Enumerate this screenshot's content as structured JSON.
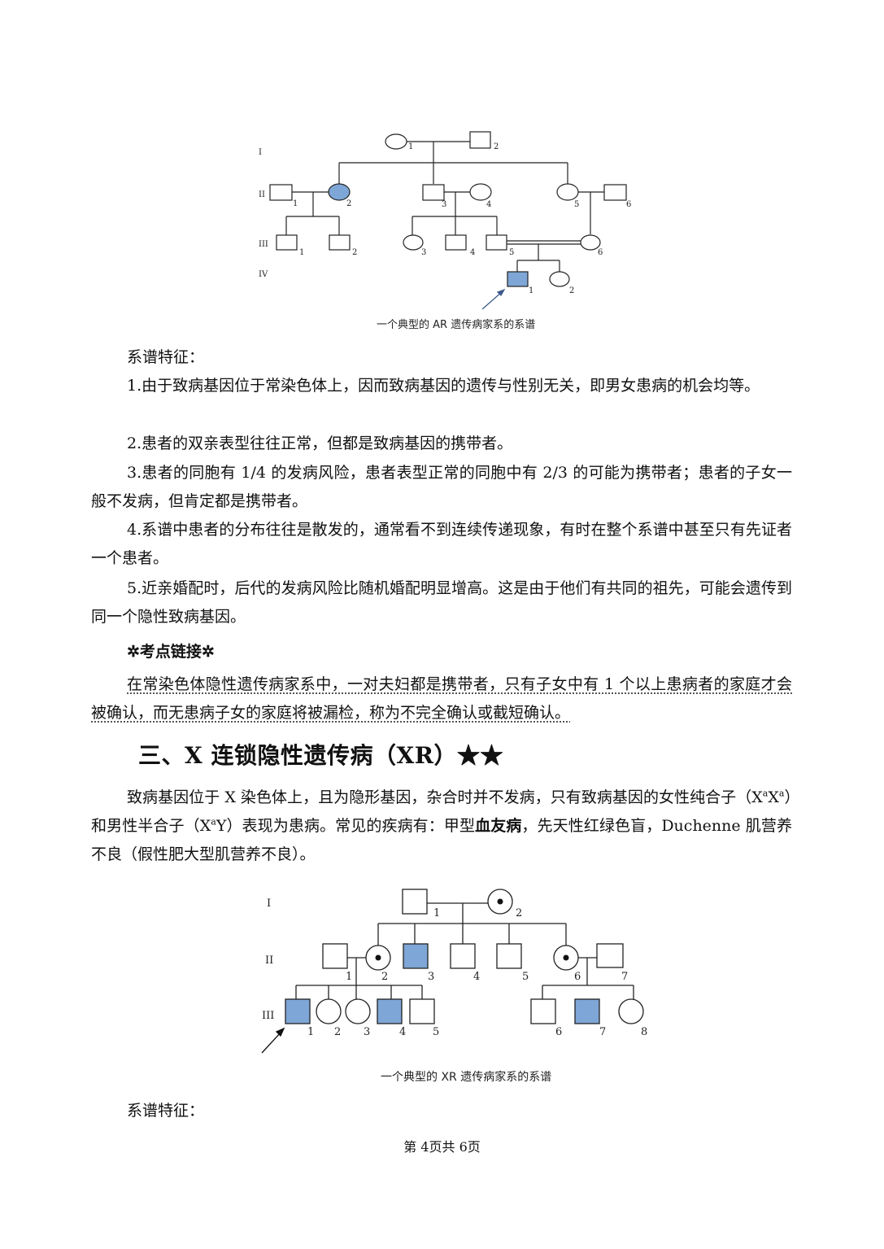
{
  "colors": {
    "affected_fill": "#7ea6d6",
    "line": "#222222",
    "text": "#111111"
  },
  "ar_pedigree": {
    "caption": "一个典型的 AR 遗传病家系的系谱",
    "generations": [
      "I",
      "II",
      "III",
      "IV"
    ],
    "individuals": [
      {
        "id": "I-1",
        "sex": "female",
        "affected": false,
        "label": "1"
      },
      {
        "id": "I-2",
        "sex": "male",
        "affected": false,
        "label": "2"
      },
      {
        "id": "II-1",
        "sex": "male",
        "affected": false,
        "label": "1"
      },
      {
        "id": "II-2",
        "sex": "female",
        "affected": true,
        "label": "2"
      },
      {
        "id": "II-3",
        "sex": "male",
        "affected": false,
        "label": "3"
      },
      {
        "id": "II-4",
        "sex": "female",
        "affected": false,
        "label": "4"
      },
      {
        "id": "II-5",
        "sex": "female",
        "affected": false,
        "label": "5"
      },
      {
        "id": "II-6",
        "sex": "male",
        "affected": false,
        "label": "6"
      },
      {
        "id": "III-1",
        "sex": "male",
        "affected": false,
        "label": "1"
      },
      {
        "id": "III-2",
        "sex": "male",
        "affected": false,
        "label": "2"
      },
      {
        "id": "III-3",
        "sex": "female",
        "affected": false,
        "label": "3"
      },
      {
        "id": "III-4",
        "sex": "male",
        "affected": false,
        "label": "4"
      },
      {
        "id": "III-5",
        "sex": "male",
        "affected": false,
        "label": "5"
      },
      {
        "id": "III-6",
        "sex": "female",
        "affected": false,
        "label": "6"
      },
      {
        "id": "IV-1",
        "sex": "male",
        "affected": true,
        "proband": true,
        "label": "1"
      },
      {
        "id": "IV-2",
        "sex": "female",
        "affected": false,
        "label": "2"
      }
    ],
    "consanguineous_marriage": [
      "III-5",
      "III-6"
    ]
  },
  "ar_features": {
    "title": "系谱特征：",
    "items": [
      "1.由于致病基因位于常染色体上，因而致病基因的遗传与性别无关，即男女患病的机会均等。",
      "2.患者的双亲表型往往正常，但都是致病基因的携带者。",
      "3.患者的同胞有 1/4 的发病风险，患者表型正常的同胞中有 2/3 的可能为携带者；患者的子女一般不发病，但肯定都是携带者。",
      "4.系谱中患者的分布往往是散发的，通常看不到连续传递现象，有时在整个系谱中甚至只有先证者一个患者。",
      "5.近亲婚配时，后代的发病风险比随机婚配明显增高。这是由于他们有共同的祖先，可能会遗传到同一个隐性致病基因。"
    ]
  },
  "exam_link": {
    "title": "✲考点链接✲",
    "text": "在常染色体隐性遗传病家系中，一对夫妇都是携带者，只有子女中有 1 个以上患病者的家庭才会被确认，而无患病子女的家庭将被漏检，称为不完全确认或截短确认。"
  },
  "section3": {
    "heading": "三、X 连锁隐性遗传病（XR）★★",
    "intro_part1": "致病基因位于 X 染色体上，且为隐形基因，杂合时并不发病，只有致病基因的女性纯合子（X",
    "sup_a1": "a",
    "intro_part2": "X",
    "sup_a2": "a",
    "intro_part3": "）和男性半合子（X",
    "sup_a3": "a",
    "intro_part4": "Y）表现为患病。常见的疾病有：甲型",
    "intro_bold": "血友病",
    "intro_part5": "，先天性红绿色盲，Duchenne 肌营养不良（假性肥大型肌营养不良）。"
  },
  "xr_pedigree": {
    "caption": "一个典型的 XR 遗传病家系的系谱",
    "generations": [
      "I",
      "II",
      "III"
    ],
    "individuals": [
      {
        "id": "I-1",
        "sex": "male",
        "affected": false,
        "carrier": false,
        "label": "1"
      },
      {
        "id": "I-2",
        "sex": "female",
        "affected": false,
        "carrier": true,
        "label": "2"
      },
      {
        "id": "II-1",
        "sex": "male",
        "affected": false,
        "label": "1"
      },
      {
        "id": "II-2",
        "sex": "female",
        "carrier": true,
        "label": "2"
      },
      {
        "id": "II-3",
        "sex": "male",
        "affected": true,
        "label": "3"
      },
      {
        "id": "II-4",
        "sex": "male",
        "affected": false,
        "label": "4"
      },
      {
        "id": "II-5",
        "sex": "male",
        "affected": false,
        "label": "5"
      },
      {
        "id": "II-6",
        "sex": "female",
        "carrier": true,
        "label": "6"
      },
      {
        "id": "II-7",
        "sex": "male",
        "affected": false,
        "label": "7"
      },
      {
        "id": "III-1",
        "sex": "male",
        "affected": true,
        "proband": true,
        "label": "1"
      },
      {
        "id": "III-2",
        "sex": "female",
        "affected": false,
        "label": "2"
      },
      {
        "id": "III-3",
        "sex": "female",
        "affected": false,
        "label": "3"
      },
      {
        "id": "III-4",
        "sex": "male",
        "affected": true,
        "label": "4"
      },
      {
        "id": "III-5",
        "sex": "male",
        "affected": false,
        "label": "5"
      },
      {
        "id": "III-6",
        "sex": "male",
        "affected": false,
        "label": "6"
      },
      {
        "id": "III-7",
        "sex": "male",
        "affected": true,
        "label": "7"
      },
      {
        "id": "III-8",
        "sex": "female",
        "affected": false,
        "label": "8"
      }
    ]
  },
  "xr_features": {
    "title": "系谱特征："
  },
  "footer": {
    "page_text": "第 4页共 6页"
  }
}
